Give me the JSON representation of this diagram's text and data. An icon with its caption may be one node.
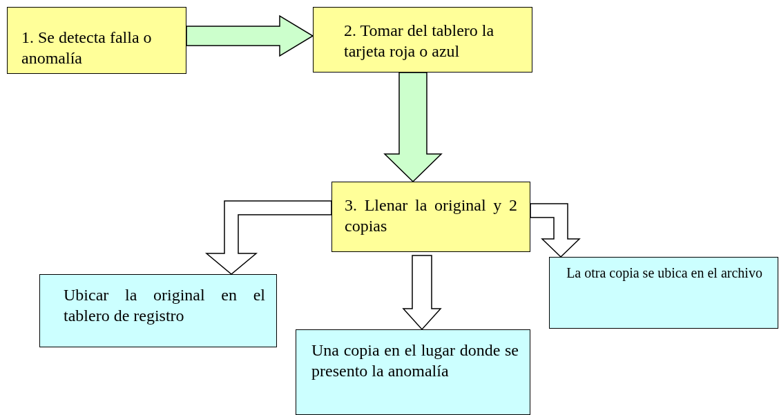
{
  "diagram": {
    "nodes": [
      {
        "text": [
          "1. Se detecta falla o anomalía"
        ]
      },
      {
        "text": [
          "2. Tomar del tablero la tarjeta roja o azul"
        ]
      },
      {
        "text": [
          "3. Llenar la original y 2 copias"
        ]
      },
      {
        "text": [
          "Ubicar la original en el tablero de registro"
        ]
      },
      {
        "text": [
          "Una copia en el lugar donde se presento la anomalía"
        ]
      },
      {
        "text": [
          "La otra copia se ubica en el archivo"
        ]
      }
    ],
    "edges": [
      {
        "from": 0,
        "to": 1,
        "arrow": "to",
        "color": "#ccffcc"
      },
      {
        "from": 1,
        "to": 2,
        "arrow": "to",
        "color": "#ccffcc"
      },
      {
        "from": 2,
        "to": 3,
        "arrow": "to"
      },
      {
        "from": 2,
        "to": 4,
        "arrow": "to"
      },
      {
        "from": 2,
        "to": 5,
        "arrow": "to"
      }
    ]
  }
}
